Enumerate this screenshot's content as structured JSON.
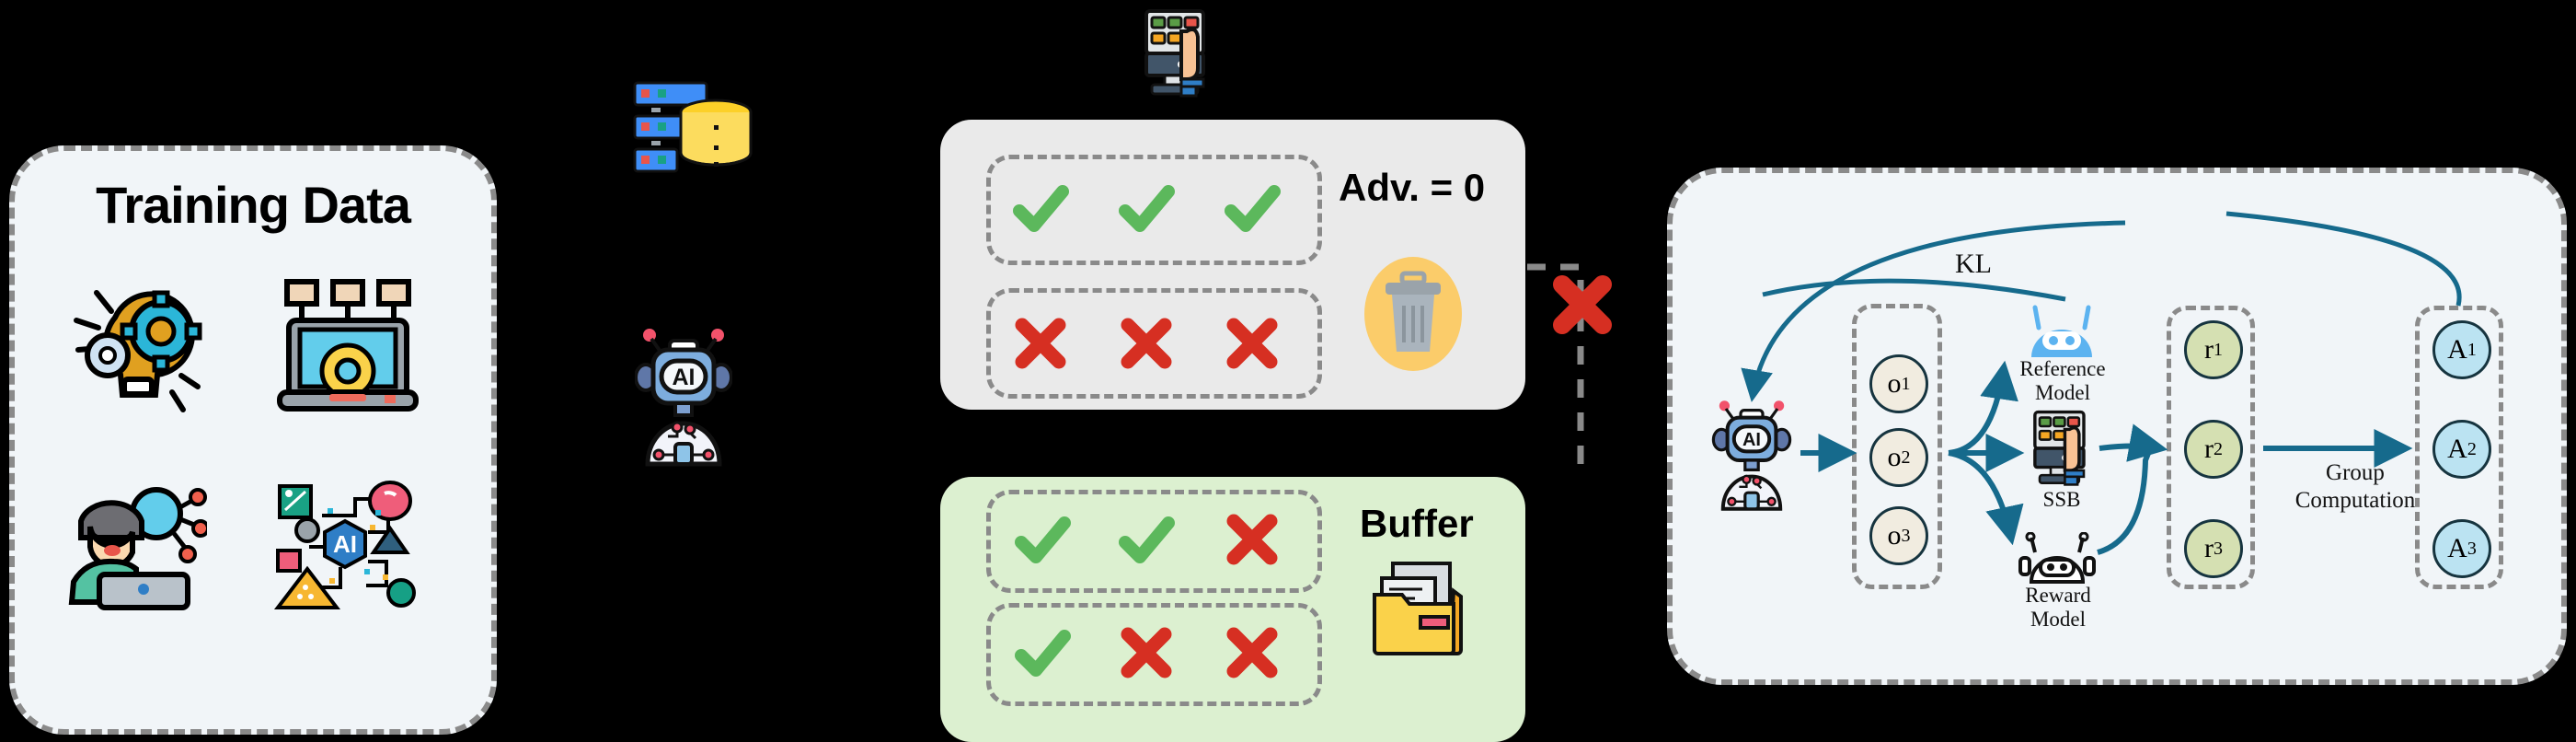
{
  "diagram": {
    "title": "RL training pipeline with advantage filtering and buffer"
  },
  "training_panel": {
    "title": "Training Data",
    "icons": [
      {
        "name": "lightbulb-gear-icon",
        "label": "idea-gears"
      },
      {
        "name": "laptop-gear-icon",
        "label": "laptop-settings"
      },
      {
        "name": "person-network-icon",
        "label": "person-globe-network"
      },
      {
        "name": "ai-network-icon",
        "label": "ai-hexagon-network"
      }
    ]
  },
  "datastore": {
    "name": "server-database-icon",
    "label": "servers and database"
  },
  "policy_model": {
    "name": "ai-robot-icon",
    "label": "AI",
    "caption": ""
  },
  "ssb_top": {
    "name": "ssb-screen-hand-icon",
    "label": "SSB screen"
  },
  "adv_panel": {
    "label": "Adv. = 0",
    "trash_icon": "trash-icon",
    "rows": [
      {
        "marks": [
          "check",
          "check",
          "check"
        ]
      },
      {
        "marks": [
          "cross",
          "cross",
          "cross"
        ]
      }
    ]
  },
  "buffer_panel": {
    "label": "Buffer",
    "folder_icon": "folder-files-icon",
    "rows": [
      {
        "marks": [
          "check",
          "check",
          "cross"
        ]
      },
      {
        "marks": [
          "check",
          "cross",
          "cross"
        ]
      }
    ]
  },
  "connector": {
    "name": "blocked-connector",
    "blocked_icon": "red-x-icon"
  },
  "right_panel": {
    "kl_label": "KL",
    "policy_icon": "ai-robot-icon",
    "outputs": [
      {
        "base": "o",
        "sub": "1"
      },
      {
        "base": "o",
        "sub": "2"
      },
      {
        "base": "o",
        "sub": "3"
      }
    ],
    "reference_model": {
      "icon": "reference-robot-icon",
      "label_line1": "Reference",
      "label_line2": "Model"
    },
    "ssb": {
      "icon": "ssb-screen-hand-icon",
      "label": "SSB"
    },
    "reward_model": {
      "icon": "reward-robot-icon",
      "label_line1": "Reward",
      "label_line2": "Model"
    },
    "rewards": [
      {
        "base": "r",
        "sub": "1"
      },
      {
        "base": "r",
        "sub": "2"
      },
      {
        "base": "r",
        "sub": "3"
      }
    ],
    "group_computation": {
      "line1": "Group",
      "line2": "Computation"
    },
    "advantages": [
      {
        "base": "A",
        "sub": "1"
      },
      {
        "base": "A",
        "sub": "2"
      },
      {
        "base": "A",
        "sub": "3"
      }
    ]
  },
  "colors": {
    "panel_bg": "#f1f5f8",
    "adv_bg": "#eaeaea",
    "buffer_bg": "#dcf0d0",
    "dash_border": "#8a8a8a",
    "check_green": "#5cb85c",
    "cross_red": "#d62f22",
    "arrow_teal": "#166a8c",
    "node_o": "#f1ece0",
    "node_r": "#d5e0b2",
    "node_a": "#bbe3f2",
    "trash_circle": "#fbcc6a"
  }
}
